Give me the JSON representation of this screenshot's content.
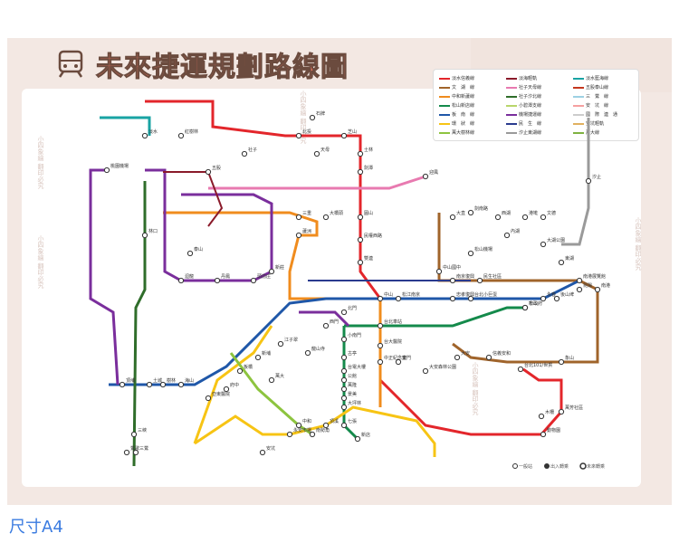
{
  "title": "未來捷運規劃路線圖",
  "size_label": "尺寸A4",
  "watermark": "小四象繪 翻印必究",
  "colors": {
    "red": "#e3262b",
    "blue": "#1f57a8",
    "green": "#148a4b",
    "orange": "#f08c1e",
    "brown": "#a0642b",
    "yellow": "#f2d41a",
    "purple": "#7a2e9c",
    "teal": "#18a3a3",
    "gray": "#9a9a9a",
    "circular": "#f7c414",
    "pink": "#e87ab0",
    "lime": "#8dc43f",
    "navy": "#2a3b8f",
    "wine": "#8a1a2a",
    "darkgreen": "#2f6d2a"
  },
  "legend": [
    {
      "label": "淡水信義線",
      "color": "#e3262b"
    },
    {
      "label": "文　湖　線",
      "color": "#a0642b"
    },
    {
      "label": "中和新蘆線",
      "color": "#f08c1e"
    },
    {
      "label": "松山新店線",
      "color": "#148a4b"
    },
    {
      "label": "板　南　線",
      "color": "#1f57a8"
    },
    {
      "label": "環　狀　線",
      "color": "#f7c414"
    },
    {
      "label": "萬大樹林線",
      "color": "#8dc43f"
    },
    {
      "label": "淡海輕軌",
      "color": "#8a1a2a"
    },
    {
      "label": "社子天母線",
      "color": "#e87ab0"
    },
    {
      "label": "社子汐北線",
      "color": "#2f6d2a"
    },
    {
      "label": "小碧潭支線",
      "color": "#b8d66b"
    },
    {
      "label": "機場捷運線",
      "color": "#7a2e9c"
    },
    {
      "label": "民　生　線",
      "color": "#2a3b8f"
    },
    {
      "label": "汐止東湖線",
      "color": "#9a9a9a"
    },
    {
      "label": "淡水藍海線",
      "color": "#18a3a3"
    },
    {
      "label": "五股泰山線",
      "color": "#c4371e"
    },
    {
      "label": "三　鶯　線",
      "color": "#9dd1e3"
    },
    {
      "label": "安　坑　線",
      "color": "#f5a0a0"
    },
    {
      "label": "國　際　連　通",
      "color": "#cccccc"
    },
    {
      "label": "安坑輕軌",
      "color": "#e0b060"
    },
    {
      "label": "萬大線",
      "color": "#7fb241"
    }
  ],
  "bottom_legend": {
    "general": "一般站",
    "transfer": "出入轉乘",
    "future": "未來轉乘"
  },
  "stations": {
    "tamsui": "淡水",
    "hongshulin": "紅樹林",
    "beitou": "北投",
    "shipai": "石牌",
    "zhishan": "芝山",
    "shilin": "士林",
    "jiantan": "劍潭",
    "yuanshan": "圓山",
    "minquan": "民權西路",
    "shuanglian": "雙連",
    "zhongshan": "中山",
    "taipei_main": "台北車站",
    "ntu_hospital": "台大醫院",
    "ckscmh": "中正紀念堂",
    "dongmen": "東門",
    "daan_park": "大安森林公園",
    "daan": "大安",
    "xinyi_anhe": "信義安和",
    "taipei101": "台北101/世貿",
    "xiangshan": "象山",
    "ximen": "西門",
    "longshan": "龍山寺",
    "jiangzicui": "江子翠",
    "xinpu": "新埔",
    "banqiao": "板橋",
    "fuzhong": "府中",
    "yadong": "亞東醫院",
    "haishan": "海山",
    "tucheng": "土城",
    "dingpu": "頂埔",
    "nangang": "南港",
    "kunyang": "昆陽",
    "houshanpi": "後山埤",
    "yongchun": "永春",
    "taipei_city_hall": "市政府",
    "zhongxiao_fuxing": "忠孝復興",
    "nanjing_fuxing": "南京復興",
    "songshan": "松山",
    "xindian": "新店",
    "qizhang": "七張",
    "dapinglin": "大坪林",
    "jingmei": "景美",
    "wanlong": "萬隆",
    "gongguan": "公館",
    "taipower": "台電大樓",
    "guting": "古亭",
    "xiaonanmen": "小南門",
    "beimen": "北門",
    "songjiang": "松江南京",
    "taoyuan_airport": "桃園機場",
    "sanchong": "三重",
    "luzhou": "蘆洲",
    "xinzhuang": "新莊",
    "huilong": "迴龍",
    "touqianzhuang": "頭前庄",
    "danfeng": "丹鳳",
    "zhonghe": "中和",
    "nanshijiao": "南勢角",
    "yonghe": "永安市場",
    "dingxi": "頂溪",
    "neihu": "內湖",
    "dahu": "大湖公園",
    "donghu": "東湖",
    "nangang_exhibition": "南港展覽館",
    "songshan_airport": "松山機場",
    "zhongshan_junior": "中山國中",
    "taipei_zoo": "動物園",
    "muzha": "木柵",
    "wanfang": "萬芳社區",
    "taipei_arena": "台北小巨蛋",
    "xizhi": "汐止",
    "shezi": "社子",
    "tianmu": "天母",
    "wugu": "五股",
    "taishan": "泰山",
    "linkou": "林口",
    "ankeng": "安坑",
    "sanying": "三鶯",
    "yingge": "鶯歌",
    "sanxia": "三峽",
    "shulin": "樹林",
    "wanda": "萬大",
    "yingfeng": "迎風",
    "daqiaotou": "大橋頭",
    "minsheng": "民生社區",
    "dazhi": "大直",
    "jiannan": "劍南路",
    "xihu": "西湖",
    "gangqian": "港墘",
    "wende": "文德"
  }
}
